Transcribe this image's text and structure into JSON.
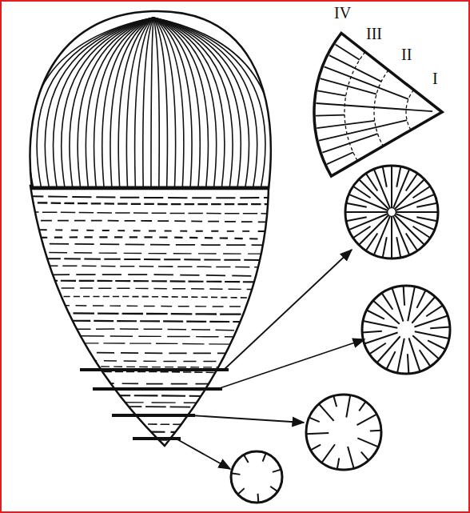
{
  "diagram": {
    "labels": [
      "IV",
      "III",
      "II",
      "I"
    ]
  }
}
